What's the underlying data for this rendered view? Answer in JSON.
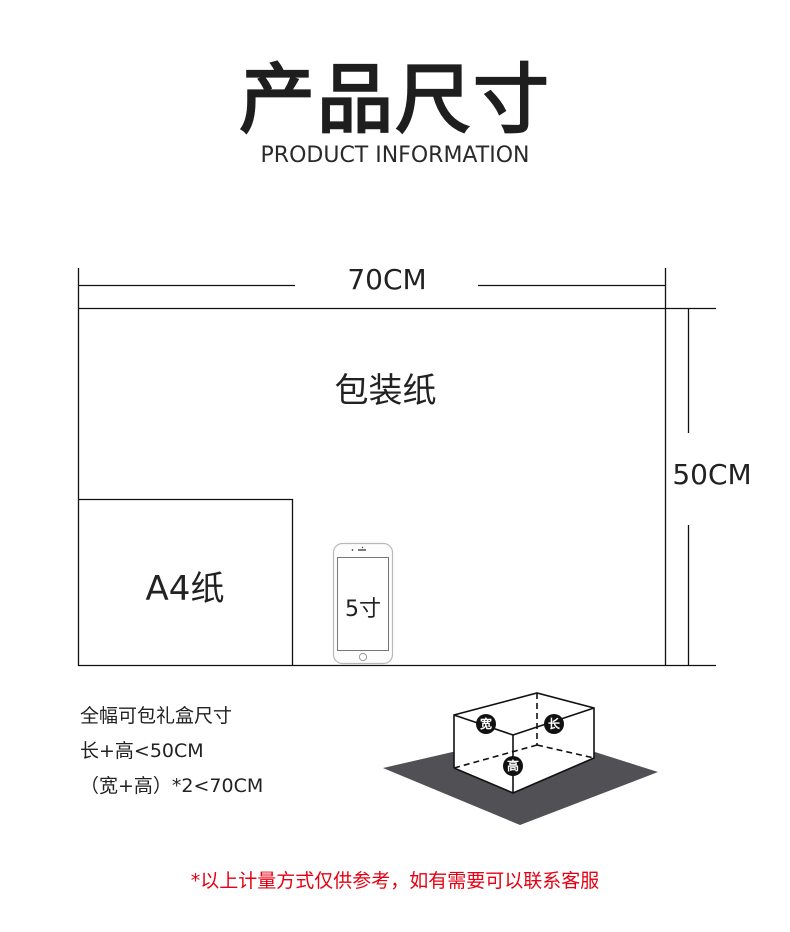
{
  "header": {
    "title": "产品尺寸",
    "subtitle": "PRODUCT INFORMATION"
  },
  "diagram": {
    "width_label": "70CM",
    "height_label": "50CM",
    "wrapping_paper_label": "包装纸",
    "a4_label": "A4纸",
    "phone_label": "5寸"
  },
  "notes": {
    "lines": [
      "全幅可包礼盒尺寸",
      "长+高<50CM",
      "（宽+高）*2<70CM"
    ]
  },
  "box_diagram": {
    "width_badge": "宽",
    "length_badge": "长",
    "height_badge": "高",
    "shadow_color": "#505055"
  },
  "footer": {
    "disclaimer": "*以上计量方式仅供参考，如有需要可以联系客服",
    "disclaimer_color": "#e60012"
  }
}
